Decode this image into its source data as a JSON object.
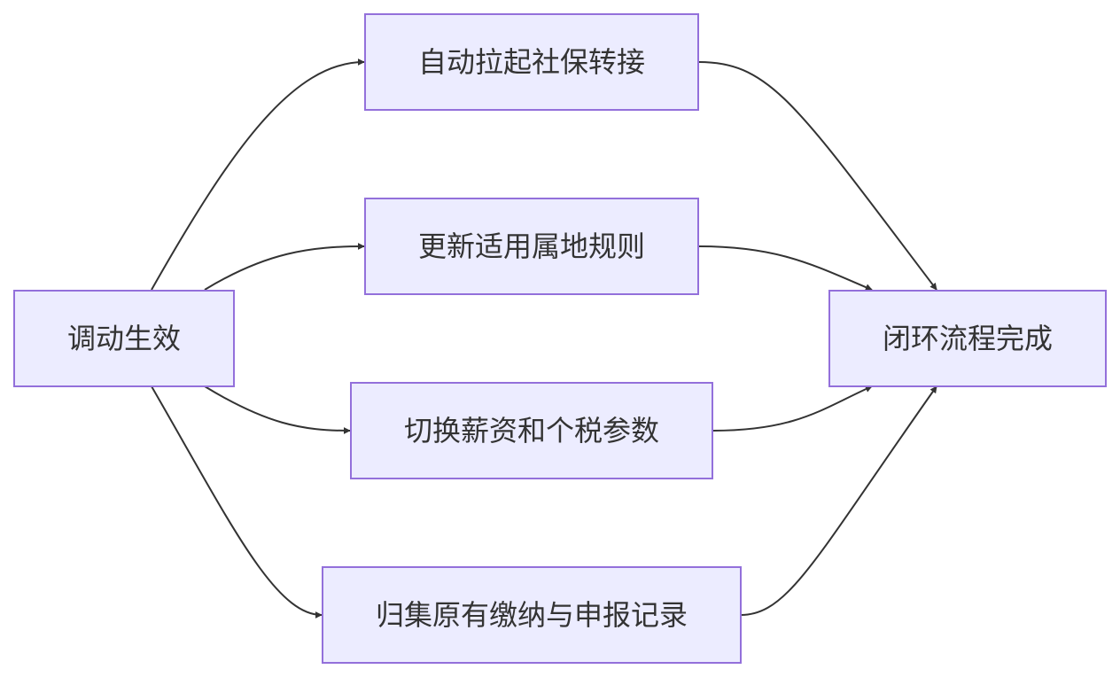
{
  "diagram": {
    "nodes": {
      "start": "调动生效",
      "social": "自动拉起社保转接",
      "rules": "更新适用属地规则",
      "payroll": "切换薪资和个税参数",
      "archive": "归集原有缴纳与申报记录",
      "end": "闭环流程完成"
    },
    "edges": [
      {
        "from": "start",
        "to": "social"
      },
      {
        "from": "start",
        "to": "rules"
      },
      {
        "from": "start",
        "to": "payroll"
      },
      {
        "from": "start",
        "to": "archive"
      },
      {
        "from": "social",
        "to": "end"
      },
      {
        "from": "rules",
        "to": "end"
      },
      {
        "from": "payroll",
        "to": "end"
      },
      {
        "from": "archive",
        "to": "end"
      }
    ],
    "colors": {
      "node_fill": "#ececff",
      "node_border": "#9370db",
      "edge": "#333333",
      "text": "#333333"
    }
  }
}
